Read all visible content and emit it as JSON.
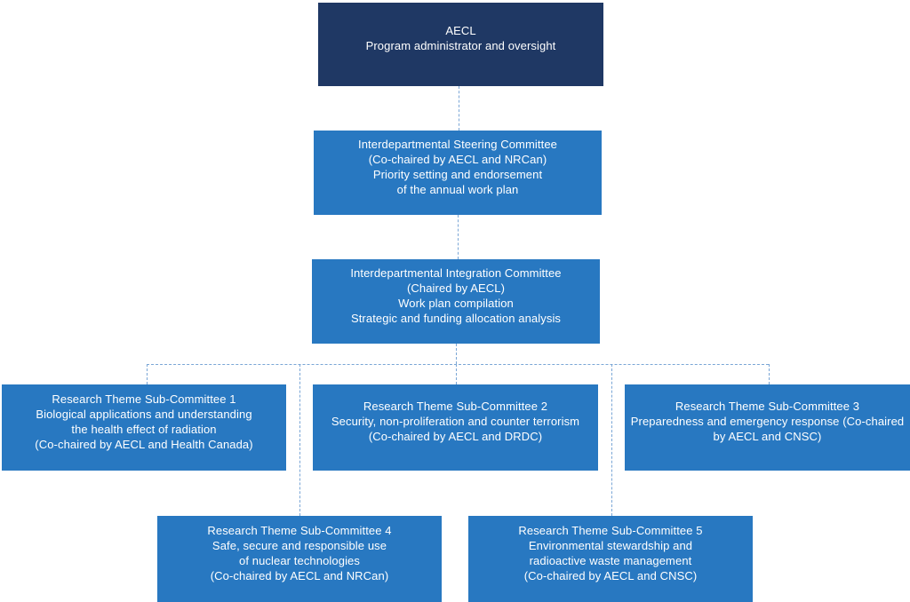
{
  "diagram": {
    "title": "AECL program governance organization chart",
    "colors": {
      "primary_dark": "#1f3864",
      "primary_blue": "#2878c1",
      "connector": "#7aa6d6",
      "text": "#ffffff",
      "background": "#ffffff"
    },
    "nodes": [
      {
        "id": "aecl",
        "parent": null,
        "lines": [
          "AECL",
          "Program administrator and oversight"
        ]
      },
      {
        "id": "steering",
        "parent": "aecl",
        "lines": [
          "Interdepartmental Steering Committee",
          "(Co-chaired by AECL and NRCan)",
          "Priority setting and endorsement",
          "of the annual work plan"
        ]
      },
      {
        "id": "integration",
        "parent": "steering",
        "lines": [
          "Interdepartmental Integration Committee",
          "(Chaired by AECL)",
          "Work plan compilation",
          "Strategic and funding allocation analysis"
        ]
      },
      {
        "id": "sub1",
        "parent": "integration",
        "lines": [
          "Research Theme Sub-Committee 1",
          "Biological applications and understanding",
          "the health effect of radiation",
          "(Co-chaired by AECL and Health Canada)"
        ]
      },
      {
        "id": "sub2",
        "parent": "integration",
        "lines": [
          "Research Theme Sub-Committee 2",
          "Security, non-proliferation and counter terrorism",
          "(Co-chaired by AECL and DRDC)"
        ]
      },
      {
        "id": "sub3",
        "parent": "integration",
        "lines": [
          "Research Theme Sub-Committee 3",
          "Preparedness and emergency response (Co-chaired",
          "by AECL and CNSC)"
        ]
      },
      {
        "id": "sub4",
        "parent": "integration",
        "lines": [
          "Research Theme Sub-Committee 4",
          "Safe, secure and responsible use",
          "of nuclear technologies",
          "(Co-chaired by AECL and NRCan)"
        ]
      },
      {
        "id": "sub5",
        "parent": "integration",
        "lines": [
          "Research Theme Sub-Committee 5",
          "Environmental stewardship and",
          "radioactive waste management",
          "(Co-chaired by AECL and CNSC)"
        ]
      }
    ]
  }
}
